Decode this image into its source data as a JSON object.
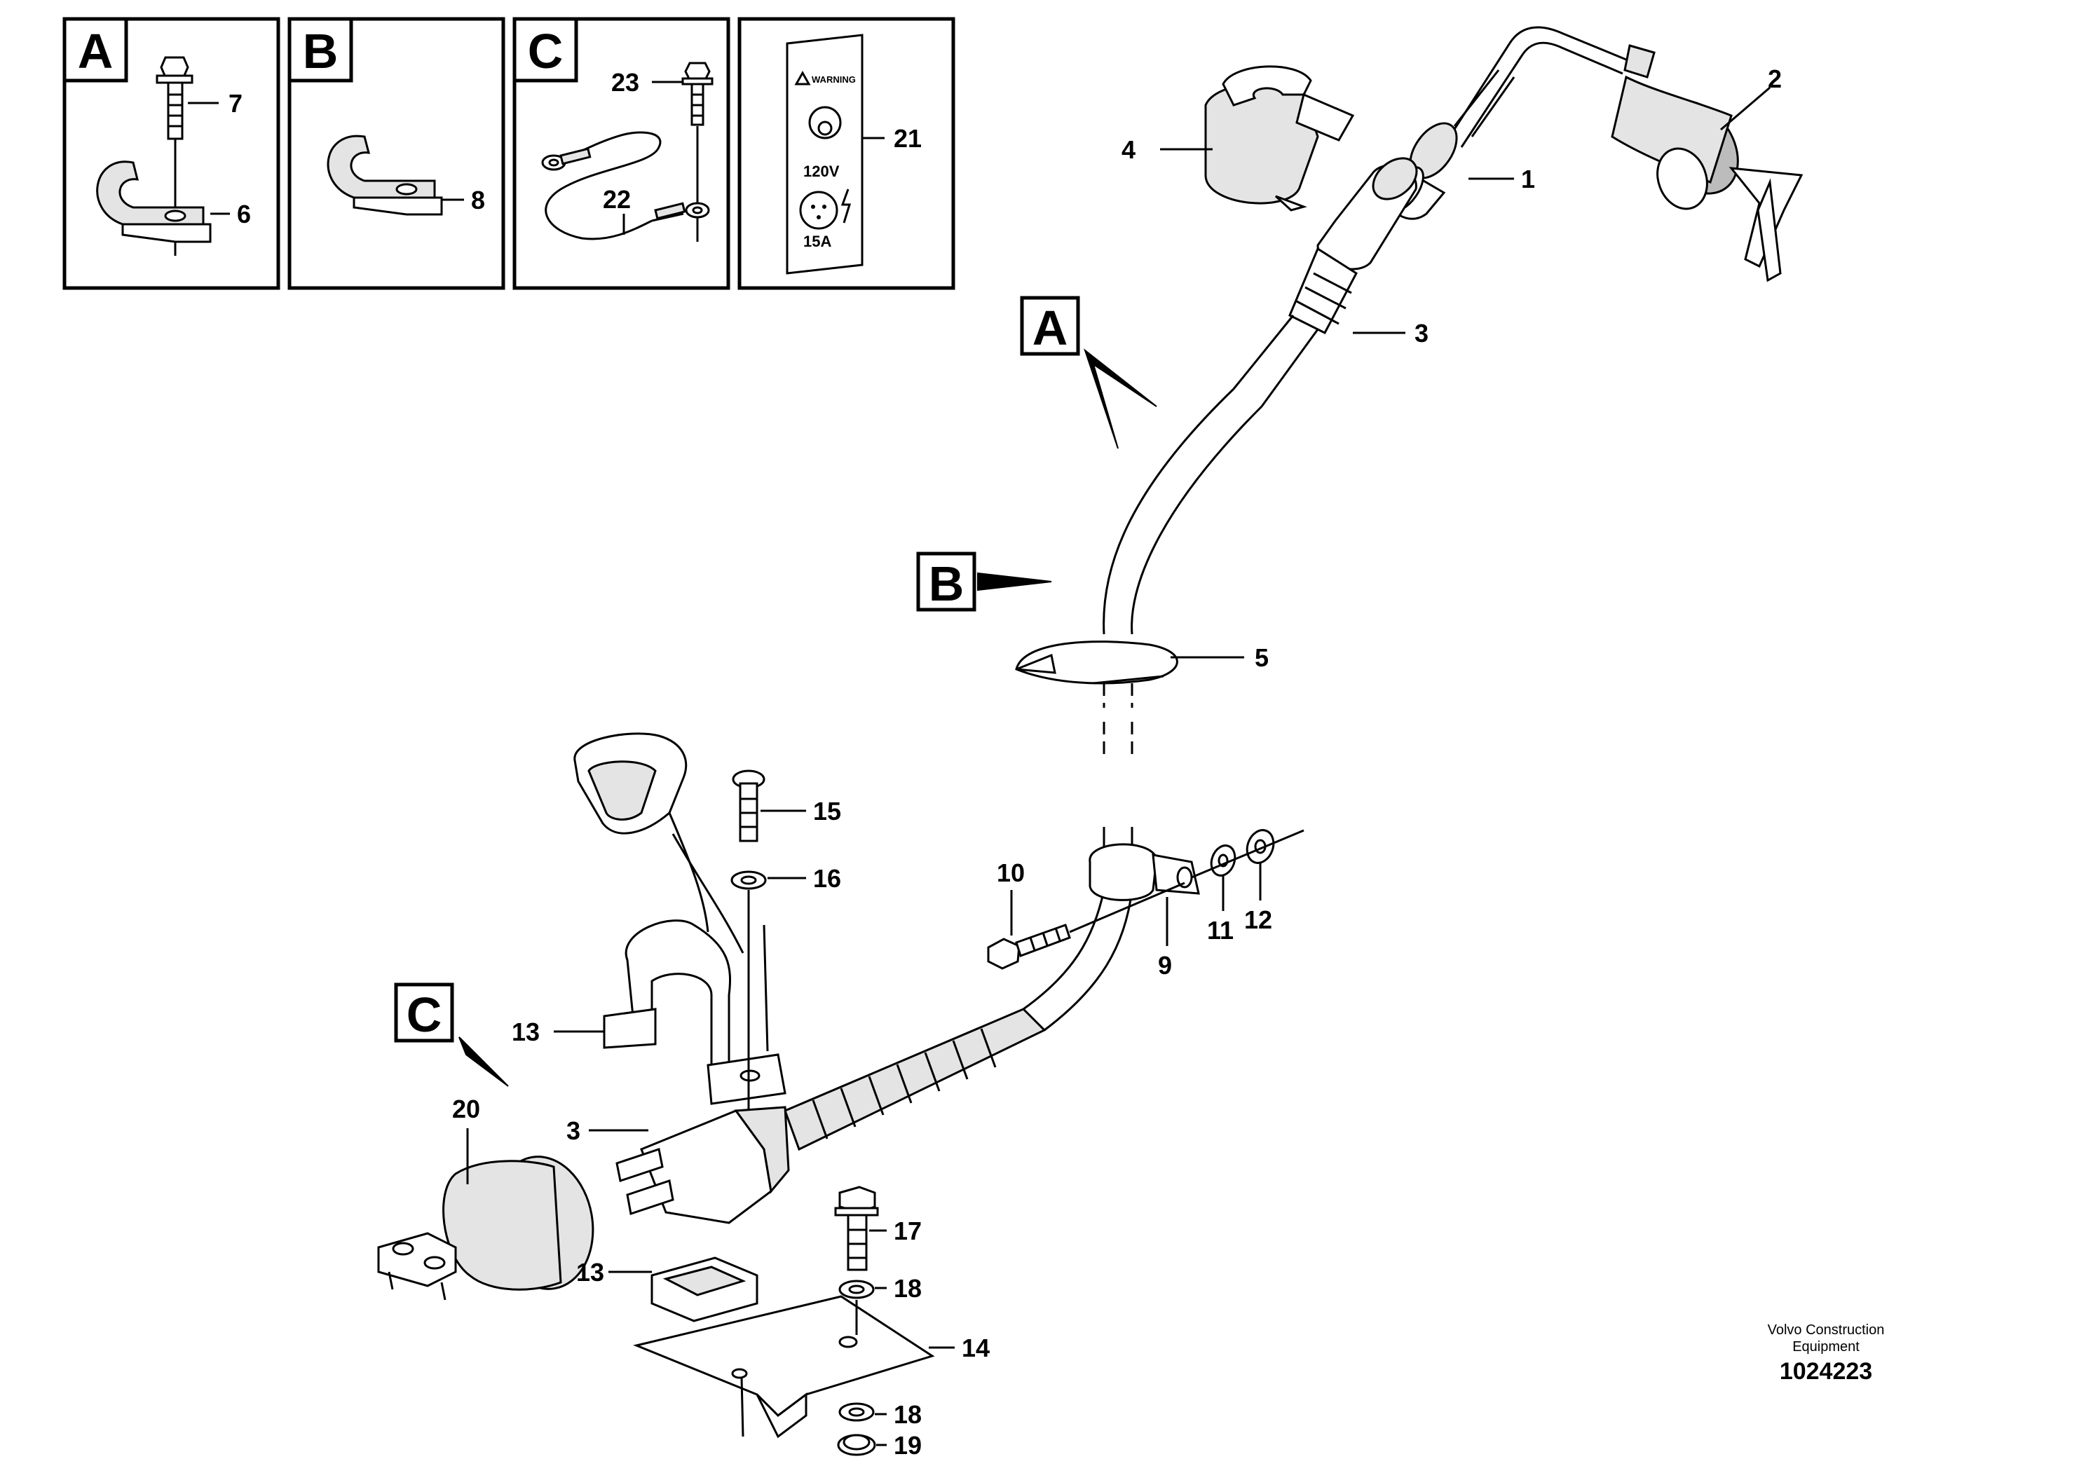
{
  "detail_panels": [
    {
      "letter": "A",
      "callouts": [
        "7",
        "6"
      ]
    },
    {
      "letter": "B",
      "callouts": [
        "8"
      ]
    },
    {
      "letter": "C",
      "callouts": [
        "23",
        "22"
      ]
    },
    {
      "label_callout": "21",
      "decal": {
        "warning": "WARNING",
        "voltage": "120V",
        "current": "15A"
      }
    }
  ],
  "view_markers": [
    "A",
    "B",
    "C"
  ],
  "callouts": {
    "c1": "1",
    "c2": "2",
    "c3_top": "3",
    "c4": "4",
    "c5": "5",
    "c9": "9",
    "c10": "10",
    "c11": "11",
    "c12": "12",
    "c13_top": "13",
    "c3_bottom": "3",
    "c13_bottom": "13",
    "c14": "14",
    "c15": "15",
    "c16": "16",
    "c17": "17",
    "c18_top": "18",
    "c18_bottom": "18",
    "c19": "19",
    "c20": "20"
  },
  "footer": {
    "company_line1": "Volvo Construction",
    "company_line2": "Equipment",
    "doc_number": "1024223"
  },
  "colors": {
    "line": "#000000",
    "background": "#ffffff",
    "shade": "#e4e4e4"
  }
}
